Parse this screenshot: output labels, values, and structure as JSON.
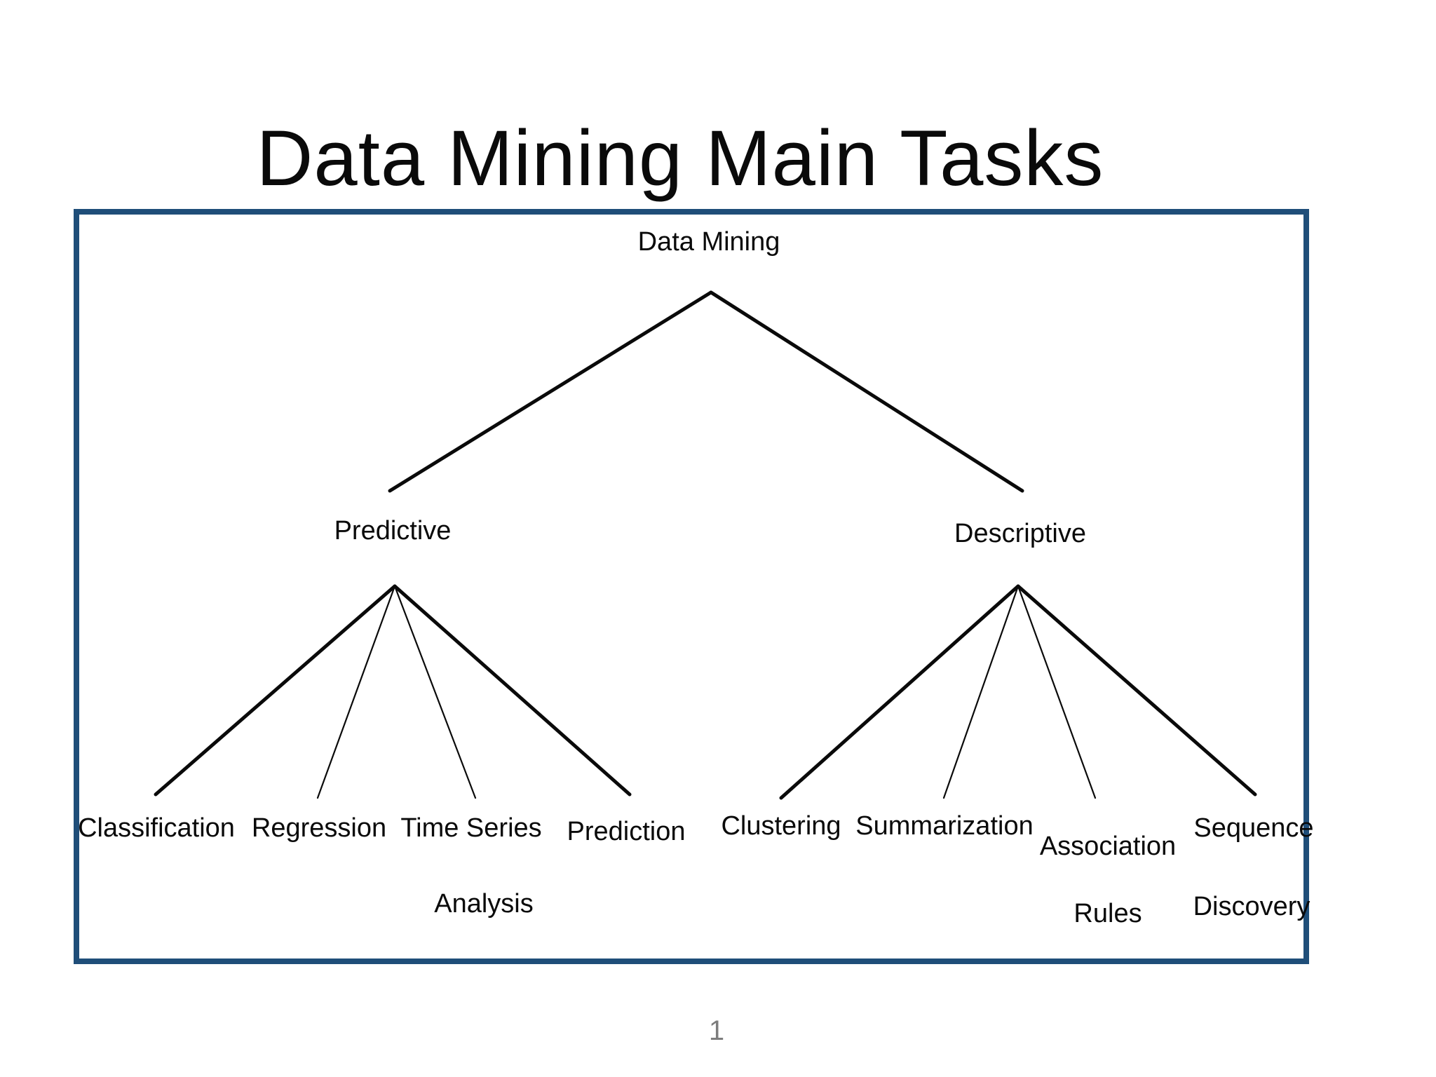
{
  "slide": {
    "title": "Data Mining Main Tasks",
    "page_number": "1"
  },
  "colors": {
    "frame_border": "#1F4E79",
    "connector_line": "#0a0a0a",
    "text": "#0a0a0a",
    "page_number": "#7d7d7d"
  },
  "tree": {
    "root": {
      "label": "Data Mining"
    },
    "branches": [
      {
        "label": "Predictive",
        "children": [
          {
            "label": "Classification",
            "line1": "Classification"
          },
          {
            "label": "Regression",
            "line1": "Regression"
          },
          {
            "label": "Time Series Analysis",
            "line1": "Time Series",
            "line2": "Analysis"
          },
          {
            "label": "Prediction",
            "line1": "Prediction"
          }
        ]
      },
      {
        "label": "Descriptive",
        "children": [
          {
            "label": "Clustering",
            "line1": "Clustering"
          },
          {
            "label": "Summarization",
            "line1": "Summarization"
          },
          {
            "label": "Association Rules",
            "line1": "Association",
            "line2": "Rules"
          },
          {
            "label": "Sequence Discovery",
            "line1": "Sequence",
            "line2": "Discovery"
          }
        ]
      }
    ]
  }
}
